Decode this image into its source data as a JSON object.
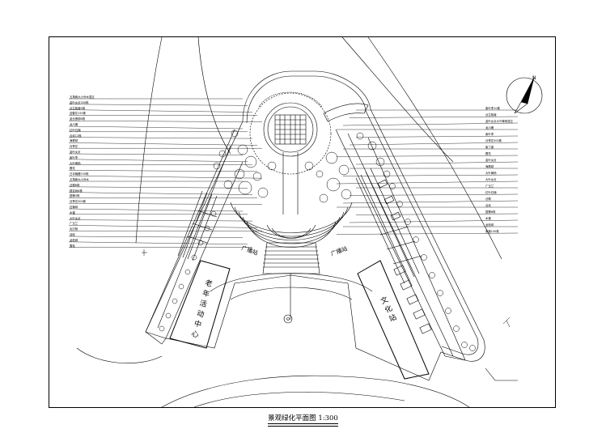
{
  "title": "景观绿化平面图 1:300",
  "buildings": {
    "elderly_center": "老年活动中心",
    "culture_station": "文化站"
  },
  "broadcast_left": "广播站",
  "broadcast_right": "广播站",
  "north_label": "N",
  "left_legend": [
    "五角枫大小乔木混交",
    "金叶女贞300株",
    "丛生紫薇5株",
    "迎春花150株",
    "金丝垂柳8株",
    "龙爪槐",
    "红叶石楠",
    "合欢12株",
    "海桐球",
    "月季花",
    "金叶女贞",
    "紫叶李",
    "大叶黄杨",
    "樱花",
    "日本晚樱150株",
    "五角枫大小乔木",
    "法桐6株",
    "银杏树6株",
    "国槐3株",
    "月季花300株",
    "石楠球",
    "木槿",
    "大叶女贞",
    "广玉兰",
    "毛白杨",
    "油松",
    "龙柏球",
    "雪松"
  ],
  "right_legend": [
    "紫叶李10株",
    "丛生紫薇",
    "金叶女贞大叶黄杨混交",
    "龙爪槐",
    "紫叶李",
    "月季花300株",
    "紫丁香",
    "樱花",
    "金叶女贞",
    "海桐球",
    "大叶黄杨",
    "大叶女贞",
    "广玉兰",
    "红叶石楠",
    "法桐",
    "合欢",
    "国槐8株",
    "木槿",
    "龙柏球",
    "紫薇150株"
  ],
  "colors": {
    "line": "#000000",
    "background": "#ffffff"
  }
}
